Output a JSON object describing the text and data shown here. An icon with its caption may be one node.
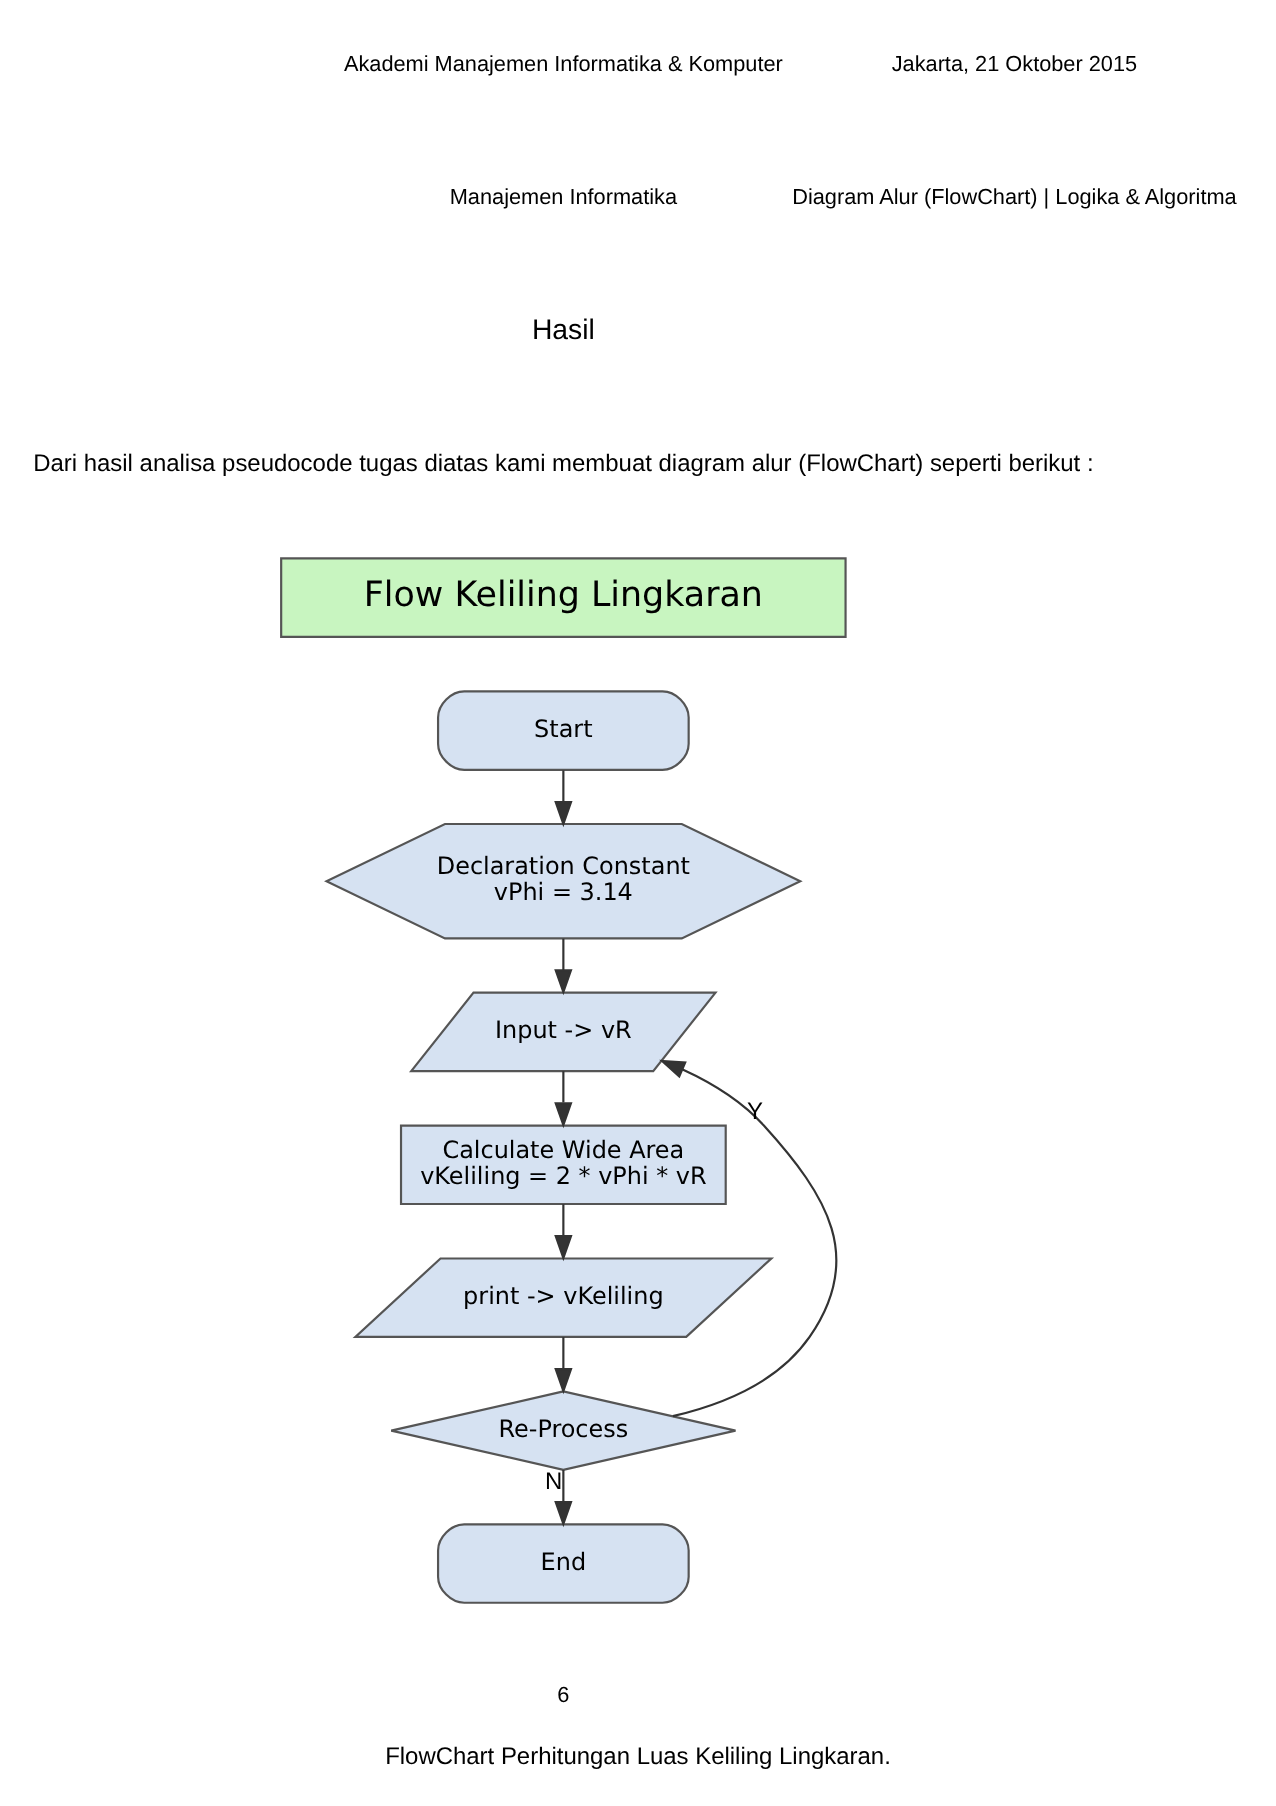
{
  "diagram": {
    "caption": "FlowChart Perhitungan Luas Keliling Lingkaran.",
    "nodes": [
      {
        "text": [
          "Flow Keliling Lingkaran"
        ]
      },
      {
        "text": [
          "Start"
        ]
      },
      {
        "text": [
          "Declaration Constant",
          "vPhi = 3.14"
        ]
      },
      {
        "text": [
          "Input -> vR"
        ]
      },
      {
        "text": [
          "Calculate Wide Area",
          "vKeliling = 2 * vPhi * vR"
        ]
      },
      {
        "text": [
          "print -> vKeliling"
        ]
      },
      {
        "text": [
          "Re-Process"
        ]
      },
      {
        "text": [
          "End"
        ]
      }
    ],
    "edges": [
      {
        "from": 1,
        "to": 2,
        "arrow": "to"
      },
      {
        "from": 2,
        "to": 3,
        "arrow": "to"
      },
      {
        "from": 3,
        "to": 4,
        "arrow": "to"
      },
      {
        "from": 4,
        "to": 5,
        "arrow": "to"
      },
      {
        "from": 5,
        "to": 6,
        "arrow": "to"
      },
      {
        "from": 6,
        "to": 3,
        "arrow": "to",
        "label": "Y"
      },
      {
        "from": 6,
        "to": 7,
        "arrow": "to",
        "label": "N"
      }
    ],
    "labels": [
      "Akademi Manajemen Informatika & Komputer",
      "Jakarta, 21 Oktober 2015",
      "Manajemen Informatika",
      "Diagram Alur (FlowChart) | Logika & Algoritma",
      "Hasil",
      "Dari hasil analisa pseudocode tugas diatas kami membuat diagram alur (FlowChart) seperti berikut :",
      "6"
    ]
  }
}
